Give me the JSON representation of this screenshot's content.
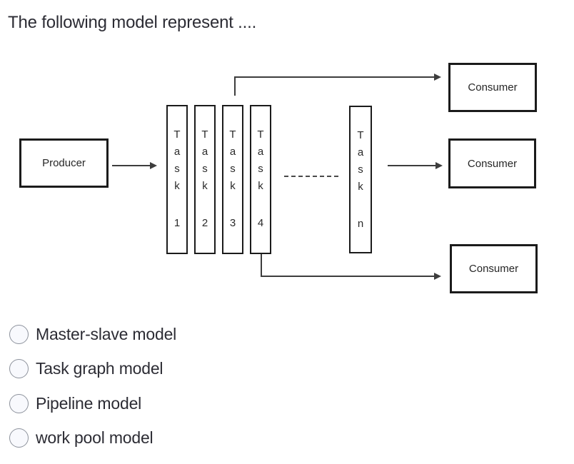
{
  "question": {
    "title": "The following model represent ...."
  },
  "diagram": {
    "producer": {
      "label": "Producer"
    },
    "tasks": [
      {
        "word": "Task",
        "id": "1"
      },
      {
        "word": "Task",
        "id": "2"
      },
      {
        "word": "Task",
        "id": "3"
      },
      {
        "word": "Task",
        "id": "4"
      },
      {
        "word": "Task",
        "id": "n"
      }
    ],
    "consumers": [
      {
        "label": "Consumer"
      },
      {
        "label": "Consumer"
      },
      {
        "label": "Consumer"
      }
    ]
  },
  "options": [
    {
      "label": "Master-slave model",
      "selected": false
    },
    {
      "label": "Task graph model",
      "selected": false
    },
    {
      "label": "Pipeline model",
      "selected": false
    },
    {
      "label": "work pool model",
      "selected": false
    }
  ],
  "colors": {
    "diagram_stroke": "#1b1b1b",
    "arrow": "#3d3d3d",
    "text": "#2c2c34",
    "radio_border": "#8d929c",
    "radio_fill": "#f8f9fd",
    "background": "#ffffff"
  }
}
